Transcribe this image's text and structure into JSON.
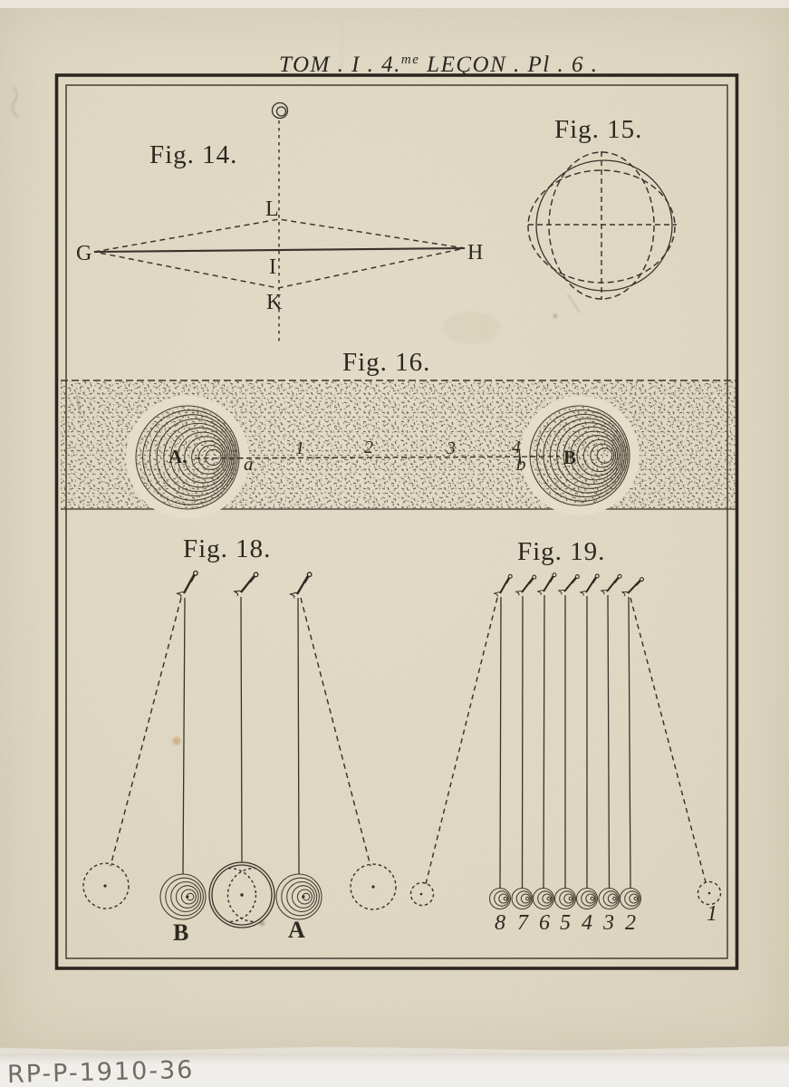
{
  "plate": {
    "title": {
      "p1": "TOM . I . 4.",
      "sup": "me",
      "p2": " LEÇON . Pl . 6 ."
    },
    "inventory": "RP-P-1910-36"
  },
  "fig14": {
    "label": "Fig. 14.",
    "points": {
      "G": "G",
      "H": "H",
      "L": "L",
      "I": "I",
      "K": "K"
    }
  },
  "fig15": {
    "label": "Fig. 15."
  },
  "fig16": {
    "label": "Fig. 16.",
    "marks": {
      "A": "A.",
      "a": "a",
      "n1": "1",
      "n2": "2",
      "n3": "3",
      "n4": "4",
      "b": "b",
      "B": "B"
    }
  },
  "fig18": {
    "label": "Fig. 18.",
    "marks": {
      "B": "B",
      "A": "A"
    }
  },
  "fig19": {
    "label": "Fig. 19.",
    "numbers": [
      "8",
      "7",
      "6",
      "5",
      "4",
      "3",
      "2"
    ],
    "one": "1"
  }
}
